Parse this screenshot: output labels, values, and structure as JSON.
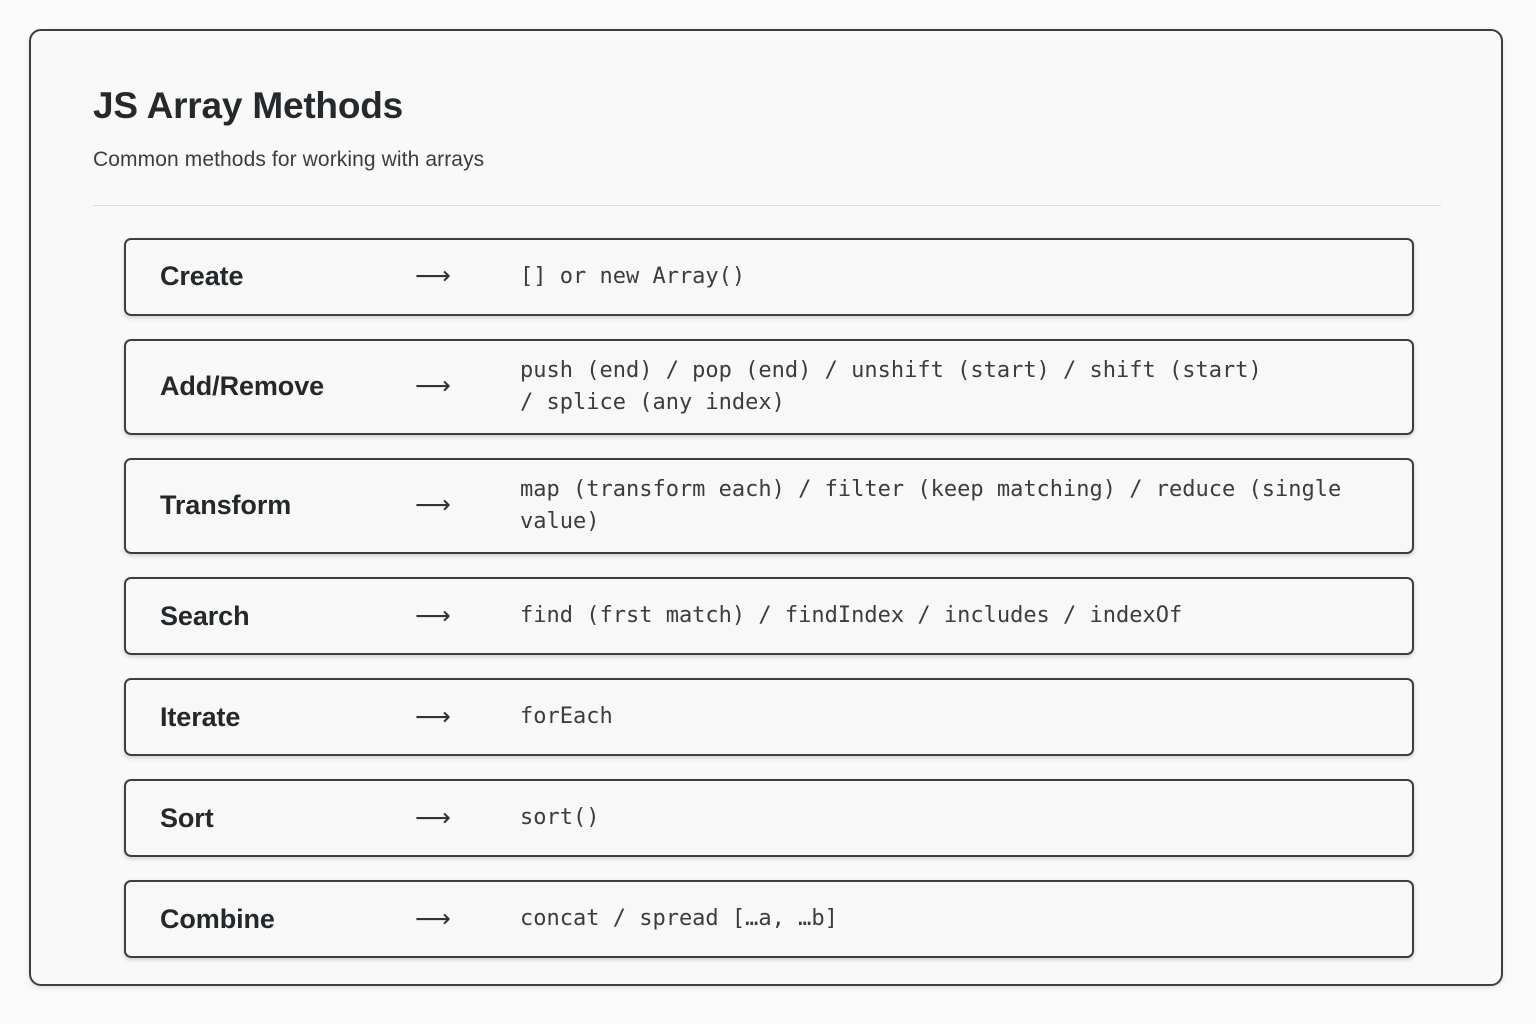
{
  "header": {
    "title": "JS Array Methods",
    "subtitle": "Common methods for working with arrays"
  },
  "arrow_glyph": "⟶",
  "colors": {
    "page_background": "#fafafa",
    "card_background": "#f9f9f9",
    "card_border": "#3b3f42",
    "row_background": "#f8f8f8",
    "row_border": "#3b3f42",
    "title_text": "#26292b",
    "subtitle_text": "#3a3d40",
    "label_text": "#24282a",
    "value_text": "#3a3d40",
    "divider": "#dcdcde"
  },
  "rows": [
    {
      "label": "Create",
      "value": "[] or new Array()"
    },
    {
      "label": "Add/Remove",
      "value": "push (end) / pop (end) / unshift (start) / shift (start)\n/ splice (any index)"
    },
    {
      "label": "Transform",
      "value": "map (transform each) / filter (keep matching) / reduce (single value)"
    },
    {
      "label": "Search",
      "value": "find (frst match) / findIndex / includes / indexOf"
    },
    {
      "label": "Iterate",
      "value": "forEach"
    },
    {
      "label": "Sort",
      "value": "sort()"
    },
    {
      "label": "Combine",
      "value": "concat / spread […a, …b]"
    }
  ]
}
